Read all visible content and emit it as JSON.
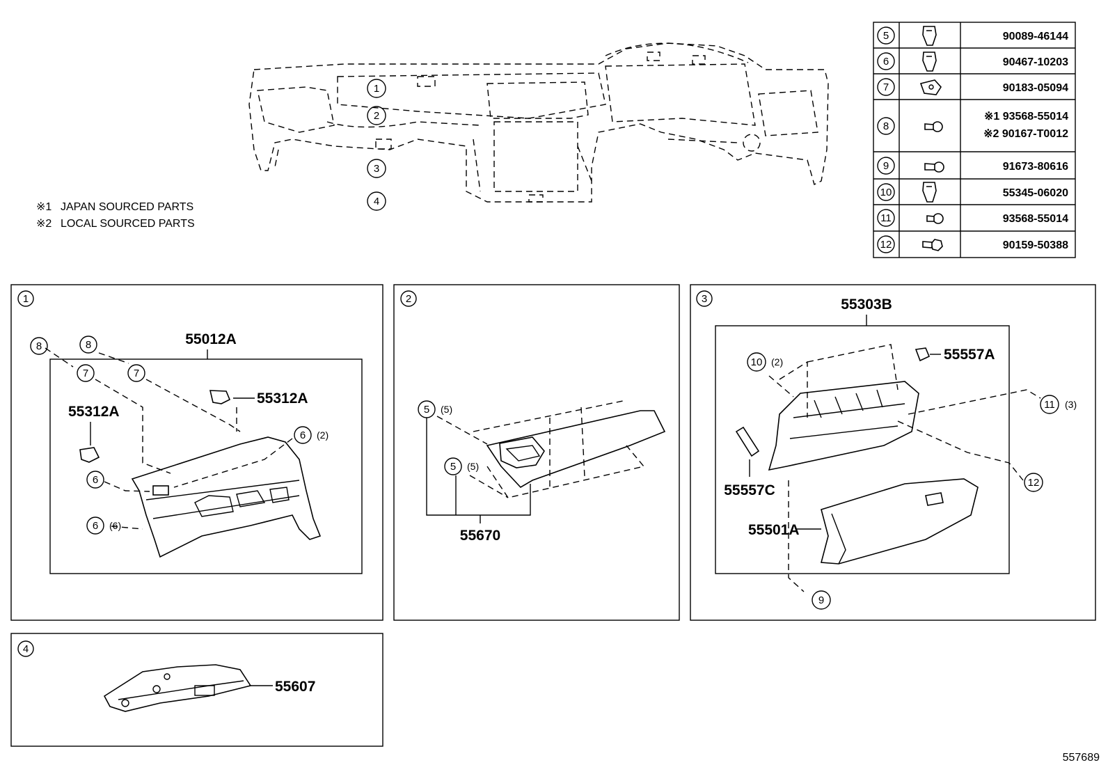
{
  "notes": [
    {
      "mark": "※1",
      "text": "JAPAN SOURCED PARTS"
    },
    {
      "mark": "※2",
      "text": "LOCAL SOURCED PARTS"
    }
  ],
  "overview_callouts": [
    "1",
    "2",
    "3",
    "4"
  ],
  "parts_table": [
    {
      "ref": "5",
      "icon": "clip-icon",
      "numbers": [
        "90089-46144"
      ]
    },
    {
      "ref": "6",
      "icon": "clip-icon",
      "numbers": [
        "90467-10203"
      ]
    },
    {
      "ref": "7",
      "icon": "nut-clip-icon",
      "numbers": [
        "90183-05094"
      ]
    },
    {
      "ref": "8",
      "icon": "screw-icon",
      "numbers": [
        "※1 93568-55014",
        "※2 90167-T0012"
      ]
    },
    {
      "ref": "9",
      "icon": "screw-icon",
      "numbers": [
        "91673-80616"
      ]
    },
    {
      "ref": "10",
      "icon": "clip-icon",
      "numbers": [
        "55345-06020"
      ]
    },
    {
      "ref": "11",
      "icon": "screw-icon",
      "numbers": [
        "93568-55014"
      ]
    },
    {
      "ref": "12",
      "icon": "hex-bolt-icon",
      "numbers": [
        "90159-50388"
      ]
    }
  ],
  "panel1": {
    "label": "1",
    "assembly": "55012A",
    "parts": [
      "55312A",
      "55312A"
    ],
    "callouts": [
      {
        "ref": "8",
        "qty": ""
      },
      {
        "ref": "7",
        "qty": ""
      },
      {
        "ref": "8",
        "qty": ""
      },
      {
        "ref": "7",
        "qty": ""
      },
      {
        "ref": "6",
        "qty": "(2)"
      },
      {
        "ref": "6",
        "qty": ""
      },
      {
        "ref": "6",
        "qty": "(6)"
      }
    ]
  },
  "panel2": {
    "label": "2",
    "assembly": "55670",
    "callouts": [
      {
        "ref": "5",
        "qty": "(5)"
      },
      {
        "ref": "5",
        "qty": "(5)"
      }
    ]
  },
  "panel3": {
    "label": "3",
    "assembly": "55303B",
    "parts": [
      "55557A",
      "55557C",
      "55501A"
    ],
    "callouts": [
      {
        "ref": "10",
        "qty": "(2)"
      },
      {
        "ref": "11",
        "qty": "(3)"
      },
      {
        "ref": "12",
        "qty": ""
      },
      {
        "ref": "9",
        "qty": ""
      }
    ]
  },
  "panel4": {
    "label": "4",
    "part": "55607"
  },
  "diagram_id": "557689"
}
